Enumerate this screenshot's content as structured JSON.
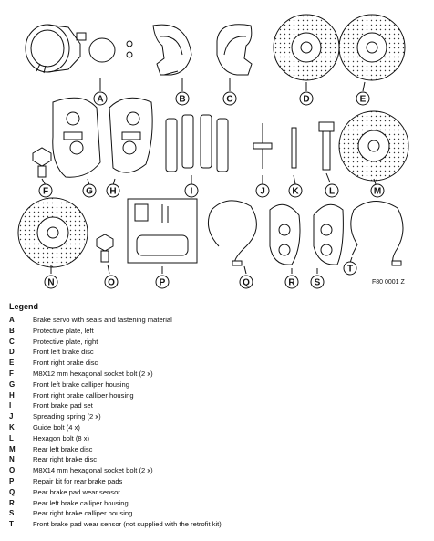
{
  "figure": {
    "id": "F80 0001 Z",
    "callouts": [
      "A",
      "B",
      "C",
      "D",
      "E",
      "F",
      "G",
      "H",
      "I",
      "J",
      "K",
      "L",
      "M",
      "N",
      "O",
      "P",
      "Q",
      "R",
      "S",
      "T"
    ]
  },
  "legend": {
    "title": "Legend",
    "items": [
      {
        "key": "A",
        "text": "Brake servo with seals and fastening material"
      },
      {
        "key": "B",
        "text": "Protective plate, left"
      },
      {
        "key": "C",
        "text": "Protective plate, right"
      },
      {
        "key": "D",
        "text": "Front left brake disc"
      },
      {
        "key": "E",
        "text": "Front right brake disc"
      },
      {
        "key": "F",
        "text": "M8X12 mm hexagonal socket bolt (2 x)"
      },
      {
        "key": "G",
        "text": "Front left brake calliper housing"
      },
      {
        "key": "H",
        "text": "Front right brake calliper housing"
      },
      {
        "key": "I",
        "text": "Front brake pad set"
      },
      {
        "key": "J",
        "text": "Spreading spring (2 x)"
      },
      {
        "key": "K",
        "text": "Guide bolt (4 x)"
      },
      {
        "key": "L",
        "text": "Hexagon bolt (8 x)"
      },
      {
        "key": "M",
        "text": "Rear left brake disc"
      },
      {
        "key": "N",
        "text": "Rear right brake disc"
      },
      {
        "key": "O",
        "text": "M8X14 mm hexagonal socket bolt (2 x)"
      },
      {
        "key": "P",
        "text": "Repair kit for rear brake pads"
      },
      {
        "key": "Q",
        "text": "Rear brake pad wear sensor"
      },
      {
        "key": "R",
        "text": "Rear left brake calliper housing"
      },
      {
        "key": "S",
        "text": "Rear right brake calliper housing"
      },
      {
        "key": "T",
        "text": "Front brake pad wear sensor (not supplied with the retrofit kit)"
      }
    ]
  }
}
